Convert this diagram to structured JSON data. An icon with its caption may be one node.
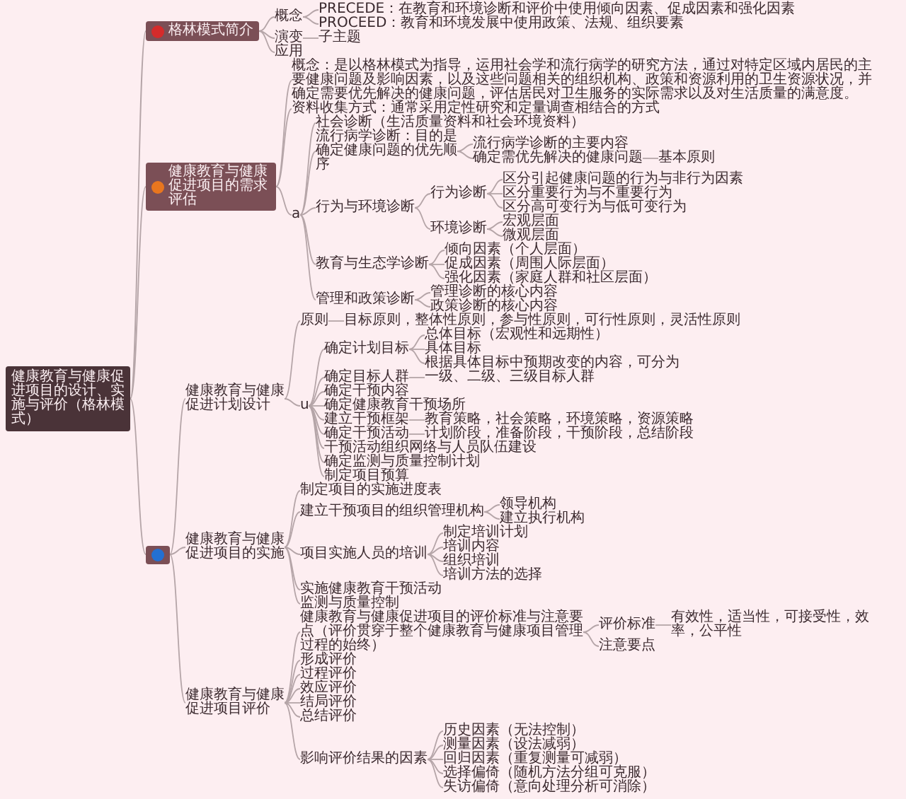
{
  "diagram": {
    "nodes": [
      {
        "text": [
          "健康教育与健康促进项目的设计、实施与评价（格林模式）"
        ]
      },
      {
        "text": [
          "格林模式简介"
        ]
      },
      {
        "text": [
          "概念"
        ]
      },
      {
        "text": [
          "PRECEDE：在教育和环境诊断和评价中使用倾向因素、促成因素和强化因素"
        ]
      },
      {
        "text": [
          "PROCEED：教育和环境发展中使用政策、法规、组织要素"
        ]
      },
      {
        "text": [
          "演变"
        ]
      },
      {
        "text": [
          "子主题"
        ]
      },
      {
        "text": [
          "应用"
        ]
      },
      {
        "text": [
          "健康教育与健康促进项目的需求评估"
        ]
      },
      {
        "text": [
          "概念：是以格林模式为指导，运用社会学和流行病学的研究方法，通过对特定区域内居民的主要健康问题及影响因素，以及这些问题相关的组织机构、政策和资源利用的卫生资源状况，并确定需要优先解决的健康问题，评估居民对卫生服务的实际需求以及对生活质量的满意度。"
        ]
      },
      {
        "text": [
          "资料收集方式：通常采用定性研究和定量调查相结合的方式"
        ]
      },
      {
        "text": [
          "a"
        ]
      },
      {
        "text": [
          "社会诊断（生活质量资料和社会环境资料）"
        ]
      },
      {
        "text": [
          "流行病学诊断：目的是确定健康问题的优先顺序"
        ]
      },
      {
        "text": [
          "流行病学诊断的主要内容"
        ]
      },
      {
        "text": [
          "确定需优先解决的健康问题"
        ]
      },
      {
        "text": [
          "基本原则"
        ]
      },
      {
        "text": [
          "行为与环境诊断"
        ]
      },
      {
        "text": [
          "行为诊断"
        ]
      },
      {
        "text": [
          "区分引起健康问题的行为与非行为因素"
        ]
      },
      {
        "text": [
          "区分重要行为与不重要行为"
        ]
      },
      {
        "text": [
          "区分高可变行为与低可变行为"
        ]
      },
      {
        "text": [
          "环境诊断"
        ]
      },
      {
        "text": [
          "宏观层面"
        ]
      },
      {
        "text": [
          "微观层面"
        ]
      },
      {
        "text": [
          "教育与生态学诊断"
        ]
      },
      {
        "text": [
          "倾向因素（个人层面）"
        ]
      },
      {
        "text": [
          "促成因素（周围人际层面）"
        ]
      },
      {
        "text": [
          "强化因素（家庭人群和社区层面）"
        ]
      },
      {
        "text": [
          "管理和政策诊断"
        ]
      },
      {
        "text": [
          "管理诊断的核心内容"
        ]
      },
      {
        "text": [
          "政策诊断的核心内容"
        ]
      },
      {
        "text": [],
        "shape": "box"
      },
      {
        "text": [
          "健康教育与健康促进计划设计"
        ]
      },
      {
        "text": [
          "原则"
        ]
      },
      {
        "text": [
          "目标原则，整体性原则，参与性原则，可行性原则，灵活性原则"
        ]
      },
      {
        "text": [
          "u"
        ]
      },
      {
        "text": [
          "确定计划目标"
        ]
      },
      {
        "text": [
          "总体目标（宏观性和远期性）"
        ]
      },
      {
        "text": [
          "具体目标"
        ]
      },
      {
        "text": [
          "根据具体目标中预期改变的内容，可分为"
        ]
      },
      {
        "text": [
          "确定目标人群"
        ]
      },
      {
        "text": [
          "一级、二级、三级目标人群"
        ]
      },
      {
        "text": [
          "确定干预内容"
        ]
      },
      {
        "text": [
          "确定健康教育干预场所"
        ]
      },
      {
        "text": [
          "建立干预框架"
        ]
      },
      {
        "text": [
          "教育策略，社会策略，环境策略，资源策略"
        ]
      },
      {
        "text": [
          "确定干预活动"
        ]
      },
      {
        "text": [
          "计划阶段，准备阶段，干预阶段，总结阶段"
        ]
      },
      {
        "text": [
          "干预活动组织网络与人员队伍建设"
        ]
      },
      {
        "text": [
          "确定监测与质量控制计划"
        ]
      },
      {
        "text": [
          "制定项目预算"
        ]
      },
      {
        "text": [
          "健康教育与健康促进项目的实施"
        ]
      },
      {
        "text": [
          "制定项目的实施进度表"
        ]
      },
      {
        "text": [
          "建立干预项目的组织管理机构"
        ]
      },
      {
        "text": [
          "领导机构"
        ]
      },
      {
        "text": [
          "建立执行机构"
        ]
      },
      {
        "text": [
          "项目实施人员的培训"
        ]
      },
      {
        "text": [
          "制定培训计划"
        ]
      },
      {
        "text": [
          "培训内容"
        ]
      },
      {
        "text": [
          "组织培训"
        ]
      },
      {
        "text": [
          "培训方法的选择"
        ]
      },
      {
        "text": [
          "实施健康教育干预活动"
        ]
      },
      {
        "text": [
          "监测与质量控制"
        ]
      },
      {
        "text": [
          "健康教育与健康促进项目评价"
        ]
      },
      {
        "text": [
          "健康教育与健康促进项目的评价标准与注意要点（评价贯穿于整个健康教育与健康项目管理过程的始终）"
        ]
      },
      {
        "text": [
          "评价标准"
        ]
      },
      {
        "text": [
          "有效性，适当性，可接受性，效率，公平性"
        ]
      },
      {
        "text": [
          "注意要点"
        ]
      },
      {
        "text": [
          "形成评价"
        ]
      },
      {
        "text": [
          "过程评价"
        ]
      },
      {
        "text": [
          "效应评价"
        ]
      },
      {
        "text": [
          "结局评价"
        ]
      },
      {
        "text": [
          "总结评价"
        ]
      },
      {
        "text": [
          "影响评价结果的因素"
        ]
      },
      {
        "text": [
          "历史因素（无法控制）"
        ]
      },
      {
        "text": [
          "测量因素（设法减弱）"
        ]
      },
      {
        "text": [
          "回归因素（重复测量可减弱）"
        ]
      },
      {
        "text": [
          "选择偏倚（随机方法分组可克服）"
        ]
      },
      {
        "text": [
          "失访偏倚（意向处理分析可消除）"
        ]
      }
    ],
    "edges": [
      {
        "from": 0,
        "to": 1,
        "arrow": "none"
      },
      {
        "from": 1,
        "to": 2,
        "arrow": "none"
      },
      {
        "from": 2,
        "to": 3,
        "arrow": "none"
      },
      {
        "from": 2,
        "to": 4,
        "arrow": "none"
      },
      {
        "from": 1,
        "to": 5,
        "arrow": "none"
      },
      {
        "from": 5,
        "to": 6,
        "arrow": "none"
      },
      {
        "from": 1,
        "to": 7,
        "arrow": "none"
      },
      {
        "from": 0,
        "to": 8,
        "arrow": "none"
      },
      {
        "from": 8,
        "to": 9,
        "arrow": "none"
      },
      {
        "from": 8,
        "to": 10,
        "arrow": "none"
      },
      {
        "from": 8,
        "to": 11,
        "arrow": "none"
      },
      {
        "from": 11,
        "to": 12,
        "arrow": "none"
      },
      {
        "from": 11,
        "to": 13,
        "arrow": "none"
      },
      {
        "from": 13,
        "to": 14,
        "arrow": "none"
      },
      {
        "from": 13,
        "to": 15,
        "arrow": "none"
      },
      {
        "from": 15,
        "to": 16,
        "arrow": "none"
      },
      {
        "from": 11,
        "to": 17,
        "arrow": "none"
      },
      {
        "from": 17,
        "to": 18,
        "arrow": "none"
      },
      {
        "from": 18,
        "to": 19,
        "arrow": "none"
      },
      {
        "from": 18,
        "to": 20,
        "arrow": "none"
      },
      {
        "from": 18,
        "to": 21,
        "arrow": "none"
      },
      {
        "from": 17,
        "to": 22,
        "arrow": "none"
      },
      {
        "from": 22,
        "to": 23,
        "arrow": "none"
      },
      {
        "from": 22,
        "to": 24,
        "arrow": "none"
      },
      {
        "from": 11,
        "to": 25,
        "arrow": "none"
      },
      {
        "from": 25,
        "to": 26,
        "arrow": "none"
      },
      {
        "from": 25,
        "to": 27,
        "arrow": "none"
      },
      {
        "from": 25,
        "to": 28,
        "arrow": "none"
      },
      {
        "from": 11,
        "to": 29,
        "arrow": "none"
      },
      {
        "from": 29,
        "to": 30,
        "arrow": "none"
      },
      {
        "from": 29,
        "to": 31,
        "arrow": "none"
      },
      {
        "from": 0,
        "to": 32,
        "arrow": "none"
      },
      {
        "from": 32,
        "to": 33,
        "arrow": "none"
      },
      {
        "from": 33,
        "to": 34,
        "arrow": "none"
      },
      {
        "from": 34,
        "to": 35,
        "arrow": "none"
      },
      {
        "from": 33,
        "to": 36,
        "arrow": "none"
      },
      {
        "from": 36,
        "to": 37,
        "arrow": "none"
      },
      {
        "from": 37,
        "to": 38,
        "arrow": "none"
      },
      {
        "from": 37,
        "to": 39,
        "arrow": "none"
      },
      {
        "from": 37,
        "to": 40,
        "arrow": "none"
      },
      {
        "from": 36,
        "to": 41,
        "arrow": "none"
      },
      {
        "from": 41,
        "to": 42,
        "arrow": "none"
      },
      {
        "from": 36,
        "to": 43,
        "arrow": "none"
      },
      {
        "from": 36,
        "to": 44,
        "arrow": "none"
      },
      {
        "from": 36,
        "to": 45,
        "arrow": "none"
      },
      {
        "from": 45,
        "to": 46,
        "arrow": "none"
      },
      {
        "from": 36,
        "to": 47,
        "arrow": "none"
      },
      {
        "from": 47,
        "to": 48,
        "arrow": "none"
      },
      {
        "from": 36,
        "to": 49,
        "arrow": "none"
      },
      {
        "from": 36,
        "to": 50,
        "arrow": "none"
      },
      {
        "from": 36,
        "to": 51,
        "arrow": "none"
      },
      {
        "from": 32,
        "to": 52,
        "arrow": "none"
      },
      {
        "from": 52,
        "to": 53,
        "arrow": "none"
      },
      {
        "from": 52,
        "to": 54,
        "arrow": "none"
      },
      {
        "from": 54,
        "to": 55,
        "arrow": "none"
      },
      {
        "from": 54,
        "to": 56,
        "arrow": "none"
      },
      {
        "from": 52,
        "to": 57,
        "arrow": "none"
      },
      {
        "from": 57,
        "to": 58,
        "arrow": "none"
      },
      {
        "from": 57,
        "to": 59,
        "arrow": "none"
      },
      {
        "from": 57,
        "to": 60,
        "arrow": "none"
      },
      {
        "from": 57,
        "to": 61,
        "arrow": "none"
      },
      {
        "from": 52,
        "to": 62,
        "arrow": "none"
      },
      {
        "from": 52,
        "to": 63,
        "arrow": "none"
      },
      {
        "from": 32,
        "to": 64,
        "arrow": "none"
      },
      {
        "from": 64,
        "to": 65,
        "arrow": "none"
      },
      {
        "from": 65,
        "to": 66,
        "arrow": "none"
      },
      {
        "from": 66,
        "to": 67,
        "arrow": "none"
      },
      {
        "from": 65,
        "to": 68,
        "arrow": "none"
      },
      {
        "from": 64,
        "to": 69,
        "arrow": "none"
      },
      {
        "from": 64,
        "to": 70,
        "arrow": "none"
      },
      {
        "from": 64,
        "to": 71,
        "arrow": "none"
      },
      {
        "from": 64,
        "to": 72,
        "arrow": "none"
      },
      {
        "from": 64,
        "to": 73,
        "arrow": "none"
      },
      {
        "from": 64,
        "to": 74,
        "arrow": "none"
      },
      {
        "from": 74,
        "to": 75,
        "arrow": "none"
      },
      {
        "from": 74,
        "to": 76,
        "arrow": "none"
      },
      {
        "from": 74,
        "to": 77,
        "arrow": "none"
      },
      {
        "from": 74,
        "to": 78,
        "arrow": "none"
      },
      {
        "from": 74,
        "to": 79,
        "arrow": "none"
      }
    ]
  }
}
